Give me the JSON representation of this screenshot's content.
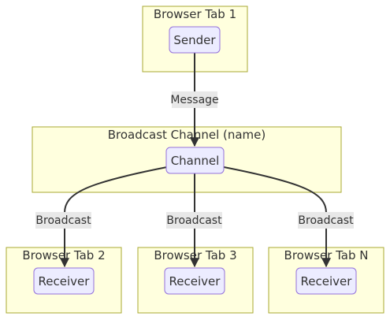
{
  "clusters": {
    "tab1": {
      "title": "Browser Tab 1"
    },
    "channel": {
      "title": "Broadcast Channel (name)"
    },
    "tab2": {
      "title": "Browser Tab 2"
    },
    "tab3": {
      "title": "Browser Tab 3"
    },
    "tabN": {
      "title": "Browser Tab N"
    }
  },
  "nodes": {
    "sender": {
      "label": "Sender"
    },
    "channel": {
      "label": "Channel"
    },
    "receiver2": {
      "label": "Receiver"
    },
    "receiver3": {
      "label": "Receiver"
    },
    "receiverN": {
      "label": "Receiver"
    }
  },
  "edges": {
    "message": {
      "label": "Message"
    },
    "broadcast2": {
      "label": "Broadcast"
    },
    "broadcast3": {
      "label": "Broadcast"
    },
    "broadcastN": {
      "label": "Broadcast"
    }
  },
  "colors": {
    "cluster_fill": "#ffffde",
    "cluster_stroke": "#aaaa33",
    "node_fill": "#ececff",
    "node_stroke": "#9370db",
    "edge": "#333333",
    "edge_label_bg": "#e8e8e8"
  }
}
